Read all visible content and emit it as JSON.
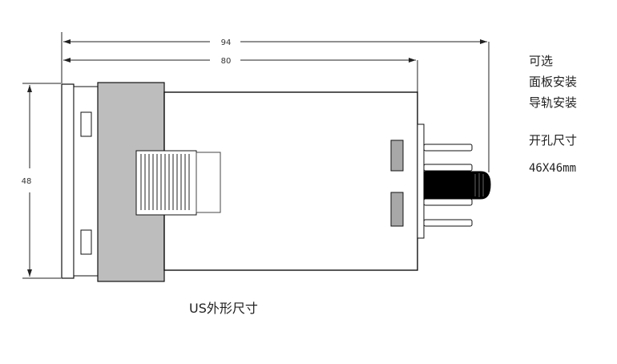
{
  "dimensions": {
    "overall_length": "94",
    "body_length": "80",
    "height": "48"
  },
  "notes": {
    "options_line1": "可选",
    "options_line2": "面板安装",
    "options_line3": "导轨安装",
    "cutout_title": "开孔尺寸",
    "cutout_size": "46X46mm"
  },
  "caption": "US外形尺寸",
  "colors": {
    "line": "#111111",
    "panel_gray": "#bdbdbd",
    "connector_gray": "#a8a8a8",
    "cable": "#000000"
  }
}
